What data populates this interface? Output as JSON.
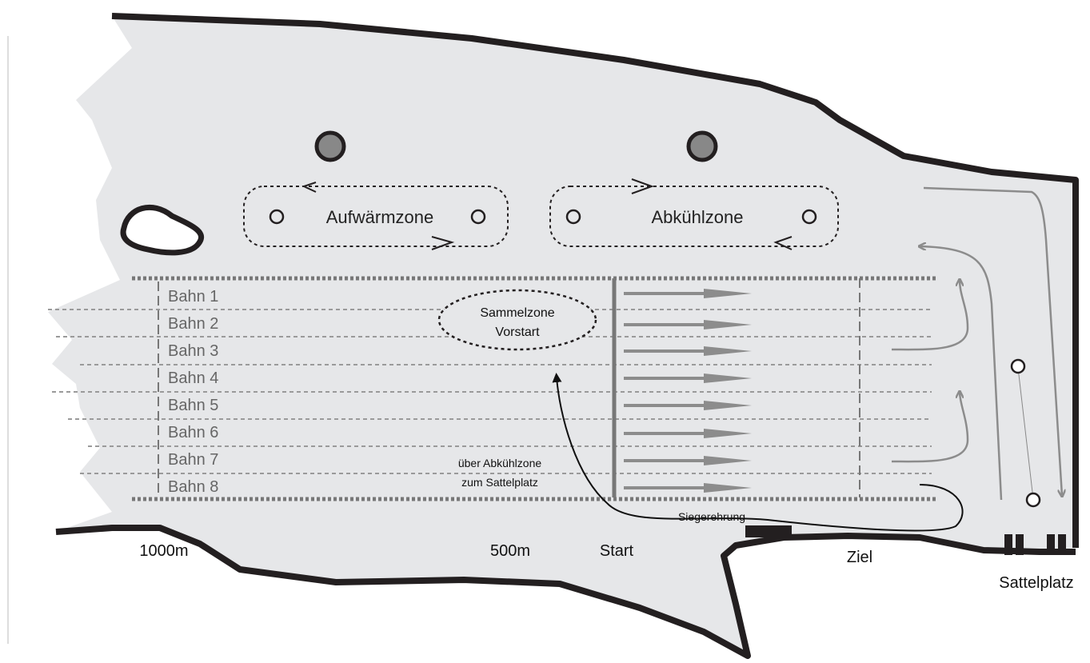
{
  "lanes": [
    "Bahn 1",
    "Bahn 2",
    "Bahn 3",
    "Bahn 4",
    "Bahn 5",
    "Bahn 6",
    "Bahn 7",
    "Bahn 8"
  ],
  "zones": {
    "warmup": "Aufwärmzone",
    "cooldown": "Abkühlzone",
    "gathering_line1": "Sammelzone",
    "gathering_line2": "Vorstart"
  },
  "route_note": {
    "line1": "über Abkühlzone",
    "line2": "zum Sattelplatz"
  },
  "ceremony": "Siegerehrung",
  "markers": {
    "m1000": "1000m",
    "m500": "500m",
    "start": "Start",
    "finish": "Ziel",
    "paddock": "Sattelplatz"
  },
  "colors": {
    "water": "#e6e7e9",
    "shore": "#231f20",
    "lane_line": "#9a9a9a",
    "arrow": "#8c8c8c"
  }
}
